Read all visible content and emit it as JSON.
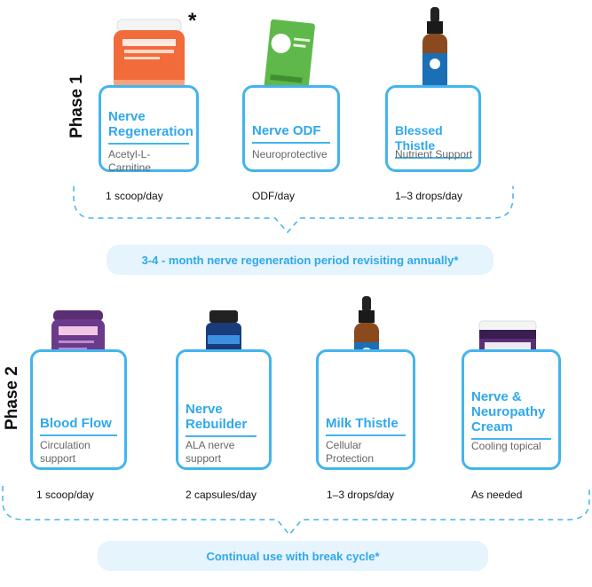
{
  "phase1": {
    "label": "Phase 1",
    "products": [
      {
        "name": "Nerve Regeneration",
        "desc": "Acetyl-L-Carnitine",
        "dose": "1 scoop/day"
      },
      {
        "name": "Nerve ODF",
        "desc": "Neuroprotective",
        "dose": "ODF/day"
      },
      {
        "name": "Blessed Thistle",
        "desc": "Nutrient Support",
        "dose": "1–3 drops/day"
      }
    ],
    "footnote_mark": "*",
    "banner": "3-4 - month nerve regeneration period revisiting annually*"
  },
  "phase2": {
    "label": "Phase 2",
    "products": [
      {
        "name": "Blood Flow",
        "desc": "Circulation support",
        "dose": "1 scoop/day"
      },
      {
        "name": "Nerve Rebuilder",
        "desc": "ALA nerve support",
        "dose": "2 capsules/day"
      },
      {
        "name": "Milk Thistle",
        "desc": "Cellular Protection",
        "dose": "1–3 drops/day"
      },
      {
        "name": "Nerve & Neuropathy Cream",
        "desc": "Cooling topical",
        "dose": "As needed"
      }
    ],
    "banner": "Continual use with break cycle*"
  },
  "colors": {
    "accent": "#2fa8ec",
    "card_border": "#43b4ee",
    "banner_bg": "#e5f4fd",
    "dash": "#43b4ee"
  }
}
